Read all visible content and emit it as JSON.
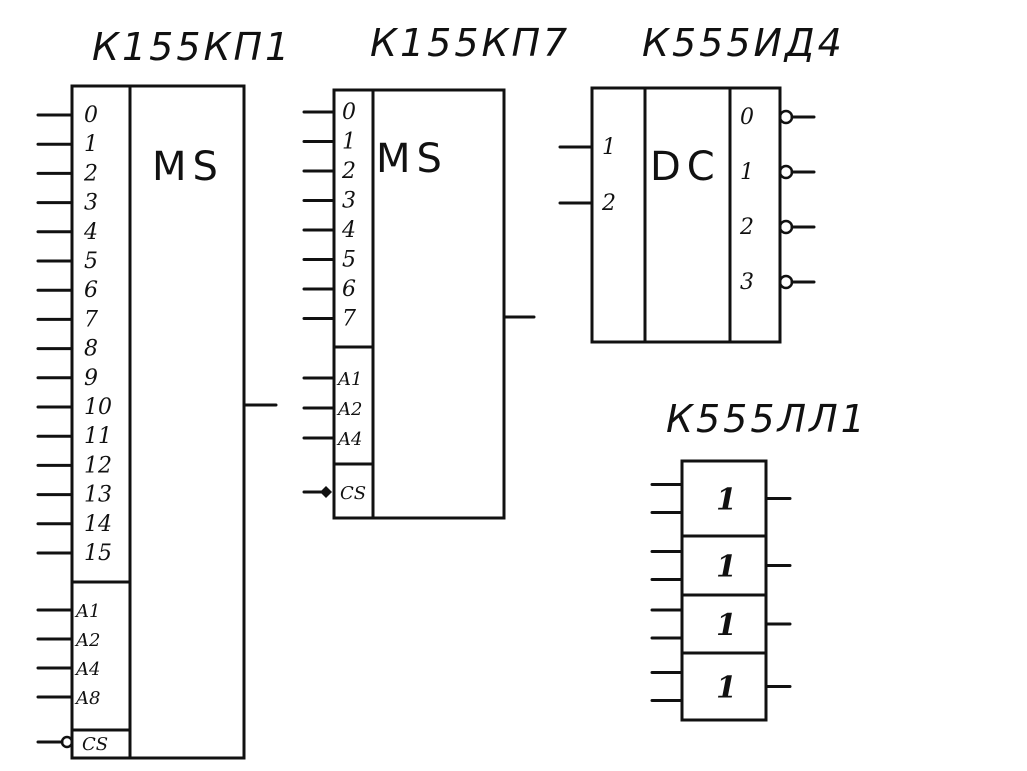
{
  "chips": {
    "kp1": {
      "title": "К155КП1",
      "function": "MS",
      "data_inputs": [
        "0",
        "1",
        "2",
        "3",
        "4",
        "5",
        "6",
        "7",
        "8",
        "9",
        "10",
        "11",
        "12",
        "13",
        "14",
        "15"
      ],
      "address_inputs": [
        "A1",
        "A2",
        "A4",
        "A8"
      ],
      "strobe": "CS"
    },
    "kp7": {
      "title": "К155КП7",
      "function": "MS",
      "data_inputs": [
        "0",
        "1",
        "2",
        "3",
        "4",
        "5",
        "6",
        "7"
      ],
      "address_inputs": [
        "A1",
        "A2",
        "A4"
      ],
      "strobe": "CS"
    },
    "id4": {
      "title": "К555ИД4",
      "function": "DC",
      "inputs": [
        "1",
        "2"
      ],
      "outputs": [
        "0",
        "1",
        "2",
        "3"
      ]
    },
    "ll1": {
      "title": "К555ЛЛ1",
      "gates": [
        "1",
        "1",
        "1",
        "1"
      ]
    }
  }
}
